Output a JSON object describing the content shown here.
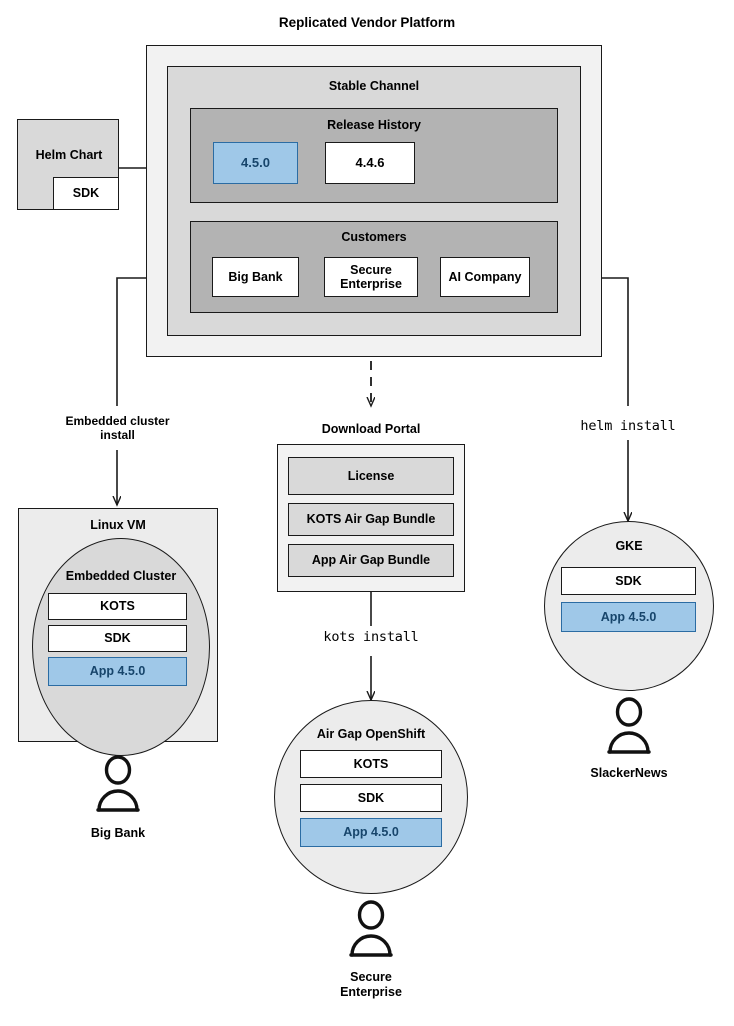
{
  "diagram": {
    "title": "Replicated Vendor Platform",
    "accent_blue_fill": "#9fc8e8",
    "accent_blue_border": "#2b6ca3",
    "accent_blue_text": "#17456b"
  },
  "helm_chart": {
    "label": "Helm Chart",
    "sdk_label": "SDK"
  },
  "platform": {
    "stable_channel": {
      "label": "Stable Channel",
      "release_history": {
        "label": "Release History",
        "releases": [
          {
            "version": "4.5.0",
            "highlighted": true
          },
          {
            "version": "4.4.6",
            "highlighted": false
          }
        ]
      },
      "customers": {
        "label": "Customers",
        "items": [
          {
            "name": "Big Bank"
          },
          {
            "name": "Secure\nEnterprise"
          },
          {
            "name": "AI Company"
          }
        ]
      }
    }
  },
  "edges": {
    "embedded_cluster_install": "Embedded cluster\ninstall",
    "kots_install": "kots install",
    "helm_install": "helm install"
  },
  "download_portal": {
    "label": "Download Portal",
    "artifacts": [
      {
        "name": "License"
      },
      {
        "name": "KOTS Air Gap Bundle"
      },
      {
        "name": "App Air Gap Bundle"
      }
    ]
  },
  "targets": {
    "linux_vm": {
      "label": "Linux VM",
      "embedded_cluster": {
        "label": "Embedded Cluster",
        "components": [
          {
            "name": "KOTS",
            "highlighted": false
          },
          {
            "name": "SDK",
            "highlighted": false
          },
          {
            "name": "App 4.5.0",
            "highlighted": true
          }
        ]
      },
      "actor": "Big Bank"
    },
    "air_gap_openshift": {
      "label": "Air Gap OpenShift",
      "components": [
        {
          "name": "KOTS",
          "highlighted": false
        },
        {
          "name": "SDK",
          "highlighted": false
        },
        {
          "name": "App 4.5.0",
          "highlighted": true
        }
      ],
      "actor": "Secure\nEnterprise"
    },
    "gke": {
      "label": "GKE",
      "components": [
        {
          "name": "SDK",
          "highlighted": false
        },
        {
          "name": "App 4.5.0",
          "highlighted": true
        }
      ],
      "actor": "SlackerNews"
    }
  }
}
